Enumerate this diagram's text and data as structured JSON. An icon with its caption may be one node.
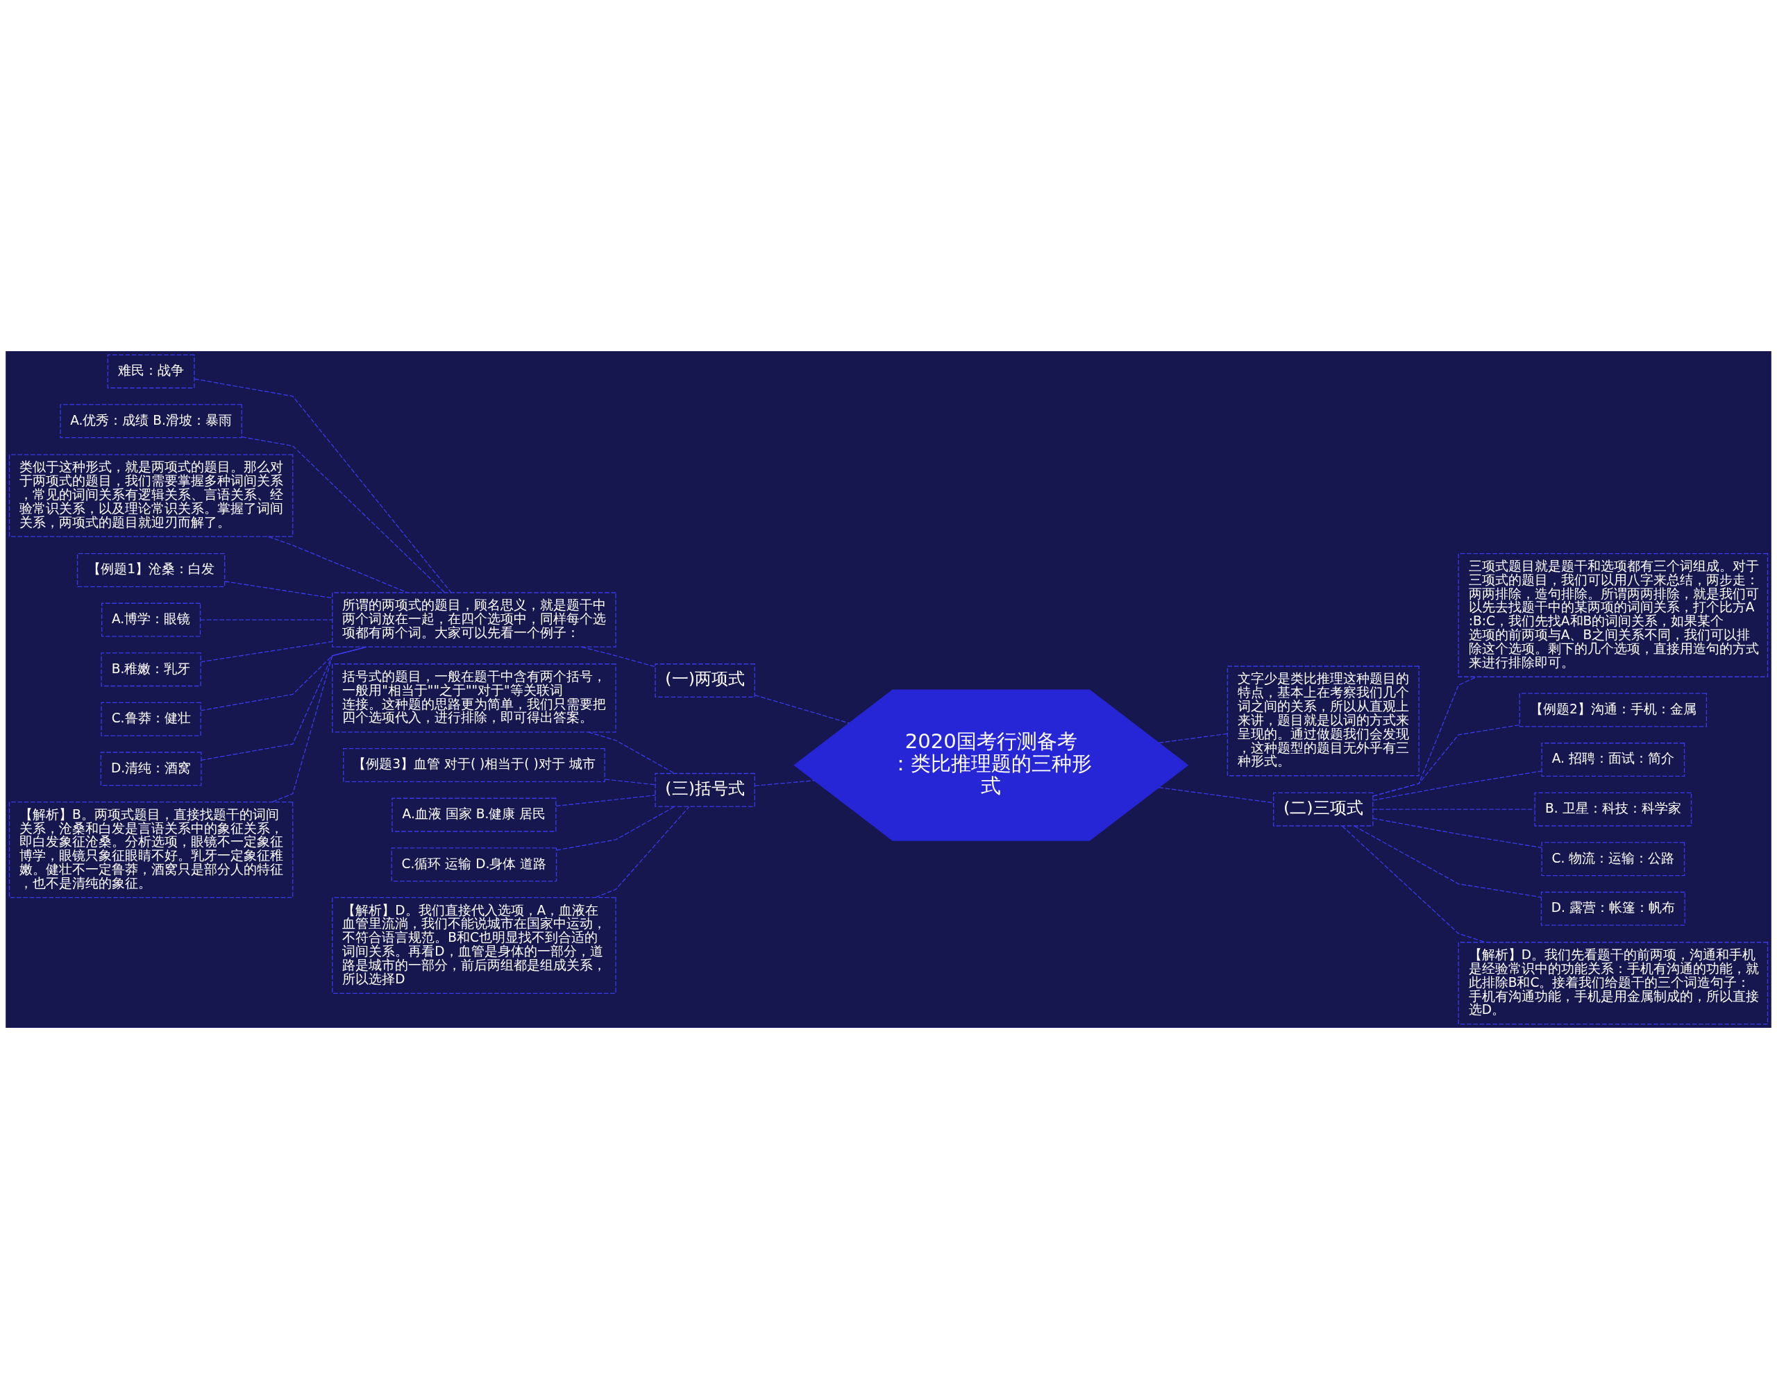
{
  "diagram": {
    "nodes": [
      {
        "text": [
          "2020国考行测备考：类比推理题的三种形式"
        ]
      },
      {
        "text": [
          "(一)两项式"
        ]
      },
      {
        "text": [
          "所谓的两项式的题目，顾名思义，就是题干中两个词放在一起，在四个选项中，同样每个选项都有两个词。大家可以先看一个例子："
        ]
      },
      {
        "text": [
          "难民：战争"
        ]
      },
      {
        "text": [
          "A.优秀：成绩 B.滑坡：暴雨"
        ]
      },
      {
        "text": [
          "类似于这种形式，就是两项式的题目。那么对于两项式的题目，我们需要掌握多种词间关系，常见的词间关系有逻辑关系、言语关系、经验常识关系，以及理论常识关系。掌握了词间关系，两项式的题目就迎刃而解了。"
        ]
      },
      {
        "text": [
          "【例题1】沧桑：白发"
        ]
      },
      {
        "text": [
          "A.博学：眼镜"
        ]
      },
      {
        "text": [
          "B.稚嫩：乳牙"
        ]
      },
      {
        "text": [
          "C.鲁莽：健壮"
        ]
      },
      {
        "text": [
          "D.清纯：酒窝"
        ]
      },
      {
        "text": [
          "【解析】B。两项式题目，直接找题干的词间关系，沧桑和白发是言语关系中的象征关系，即白发象征沧桑。分析选项，眼镜不一定象征博学，眼镜只象征眼睛不好。乳牙一定象征稚嫩。健壮不一定鲁莽，酒窝只是部分人的特征，也不是清纯的象征。"
        ]
      },
      {
        "text": [
          "(三)括号式"
        ]
      },
      {
        "text": [
          "括号式的题目，一般在题干中含有两个括号，一般用\"相当于\"\"之于\"\"对于\"等关联词连接。这种题的思路更为简单，我们只需要把四个选项代入，进行排除，即可得出答案。"
        ]
      },
      {
        "text": [
          "【例题3】血管 对于( )相当于( )对于 城市"
        ]
      },
      {
        "text": [
          "A.血液 国家 B.健康 居民"
        ]
      },
      {
        "text": [
          "C.循环 运输 D.身体 道路"
        ]
      },
      {
        "text": [
          "【解析】D。我们直接代入选项，A，血液在血管里流淌，我们不能说城市在国家中运动，不符合语言规范。B和C也明显找不到合适的词间关系。再看D，血管是身体的一部分，道路是城市的一部分，前后两组都是组成关系，所以选择D"
        ]
      },
      {
        "text": [
          "文字少是类比推理这种题目的特点，基本上在考察我们几个词之间的关系，所以从直观上来讲，题目就是以词的方式来呈现的。通过做题我们会发现，这种题型的题目无外乎有三种形式。"
        ]
      },
      {
        "text": [
          "(二)三项式"
        ]
      },
      {
        "text": [
          "三项式题目就是题干和选项都有三个词组成。对于三项式的题目，我们可以用八字来总结，两步走：两两排除，造句排除。所谓两两排除，就是我们可以先去找题干中的某两项的词间关系，打个比方A:B:C，我们先找A和B的词间关系，如果某个选项的前两项与A、B之间关系不同，我们可以排除这个选项。剩下的几个选项，直接用造句的方式来进行排除即可。"
        ]
      },
      {
        "text": [
          "【例题2】沟通：手机：金属"
        ]
      },
      {
        "text": [
          "A. 招聘：面试：简介"
        ]
      },
      {
        "text": [
          "B. 卫星：科技：科学家"
        ]
      },
      {
        "text": [
          "C. 物流：运输：公路"
        ]
      },
      {
        "text": [
          "D. 露营：帐篷：帆布"
        ]
      },
      {
        "text": [
          "【解析】D。我们先看题干的前两项，沟通和手机是经验常识中的功能关系：手机有沟通的功能，就此排除B和C。接着我们给题干的三个词造句子：手机有沟通功能，手机是用金属制成的，所以直接选D。"
        ]
      }
    ],
    "edges": [
      {
        "from": 0,
        "to": 1,
        "arrow": "none"
      },
      {
        "from": 1,
        "to": 2,
        "arrow": "none"
      },
      {
        "from": 2,
        "to": 3,
        "arrow": "none"
      },
      {
        "from": 2,
        "to": 4,
        "arrow": "none"
      },
      {
        "from": 2,
        "to": 5,
        "arrow": "none"
      },
      {
        "from": 2,
        "to": 6,
        "arrow": "none"
      },
      {
        "from": 2,
        "to": 7,
        "arrow": "none"
      },
      {
        "from": 2,
        "to": 8,
        "arrow": "none"
      },
      {
        "from": 2,
        "to": 9,
        "arrow": "none"
      },
      {
        "from": 2,
        "to": 10,
        "arrow": "none"
      },
      {
        "from": 2,
        "to": 11,
        "arrow": "none"
      },
      {
        "from": 0,
        "to": 12,
        "arrow": "none"
      },
      {
        "from": 12,
        "to": 13,
        "arrow": "none"
      },
      {
        "from": 12,
        "to": 14,
        "arrow": "none"
      },
      {
        "from": 12,
        "to": 15,
        "arrow": "none"
      },
      {
        "from": 12,
        "to": 16,
        "arrow": "none"
      },
      {
        "from": 12,
        "to": 17,
        "arrow": "none"
      },
      {
        "from": 0,
        "to": 18,
        "arrow": "none"
      },
      {
        "from": 0,
        "to": 19,
        "arrow": "none"
      },
      {
        "from": 19,
        "to": 20,
        "arrow": "none"
      },
      {
        "from": 19,
        "to": 21,
        "arrow": "none"
      },
      {
        "from": 19,
        "to": 22,
        "arrow": "none"
      },
      {
        "from": 19,
        "to": 23,
        "arrow": "none"
      },
      {
        "from": 19,
        "to": 24,
        "arrow": "none"
      },
      {
        "from": 19,
        "to": 25,
        "arrow": "none"
      },
      {
        "from": 19,
        "to": 26,
        "arrow": "none"
      }
    ]
  }
}
